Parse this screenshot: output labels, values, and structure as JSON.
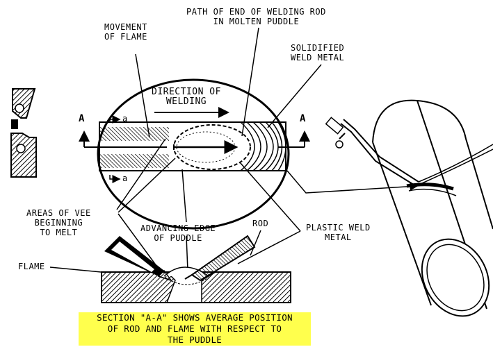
{
  "labels": {
    "path_line1": "PATH OF END OF WELDING ROD",
    "path_line2": "IN MOLTEN PUDDLE",
    "movement_line1": "MOVEMENT",
    "movement_line2": "OF FLAME",
    "solidified_line1": "SOLIDIFIED",
    "solidified_line2": "WELD METAL",
    "direction_line1": "DIRECTION OF",
    "direction_line2": "WELDING",
    "section_left": "A",
    "section_right": "A",
    "small_a_top": "a",
    "small_a_bottom": "a",
    "areas_line1": "AREAS OF VEE",
    "areas_line2": "BEGINNING",
    "areas_line3": "TO MELT",
    "advancing_line1": "ADVANCING EDGE",
    "advancing_line2": "OF PUDDLE",
    "rod": "ROD",
    "plastic_line1": "PLASTIC WELD",
    "plastic_line2": "METAL",
    "flame": "FLAME",
    "caption_line1": "SECTION \"A-A\" SHOWS AVERAGE POSITION",
    "caption_line2": "OF ROD AND FLAME WITH RESPECT TO",
    "caption_line3": "THE PUDDLE"
  },
  "colors": {
    "caption_background": "#ffff4d",
    "ink": "#000000"
  }
}
